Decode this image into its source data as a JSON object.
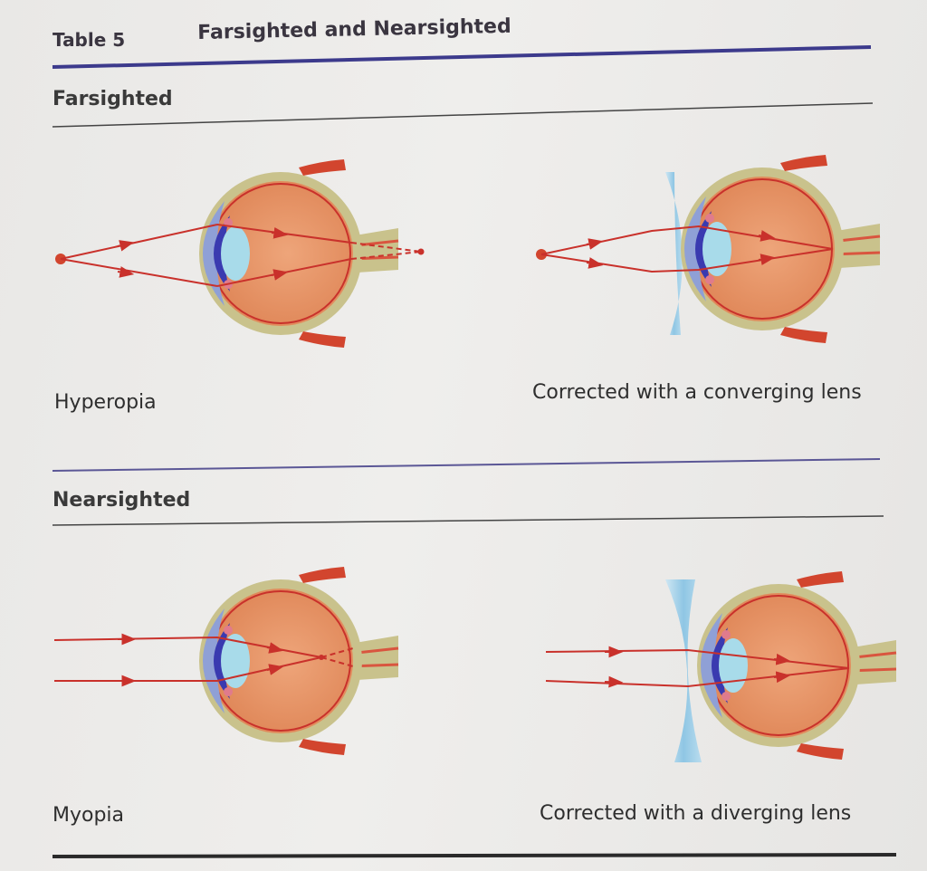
{
  "table": {
    "number": "Table 5",
    "title": "Farsighted and Nearsighted"
  },
  "sections": {
    "farsighted": {
      "heading": "Farsighted",
      "left_caption": "Hyperopia",
      "right_caption": "Corrected with a converging lens"
    },
    "nearsighted": {
      "heading": "Nearsighted",
      "left_caption": "Myopia",
      "right_caption": "Corrected with a diverging lens"
    }
  },
  "colors": {
    "rule_purple": "#3c3a8c",
    "ray_red": "#c9312b",
    "eyeball_orange": "#e79466",
    "sclera_olive": "#c9c28c",
    "cornea_blue": "#7b8fd0",
    "lens_blue": "#9fd3e6",
    "corrective_lens": "#8fc6e4"
  }
}
